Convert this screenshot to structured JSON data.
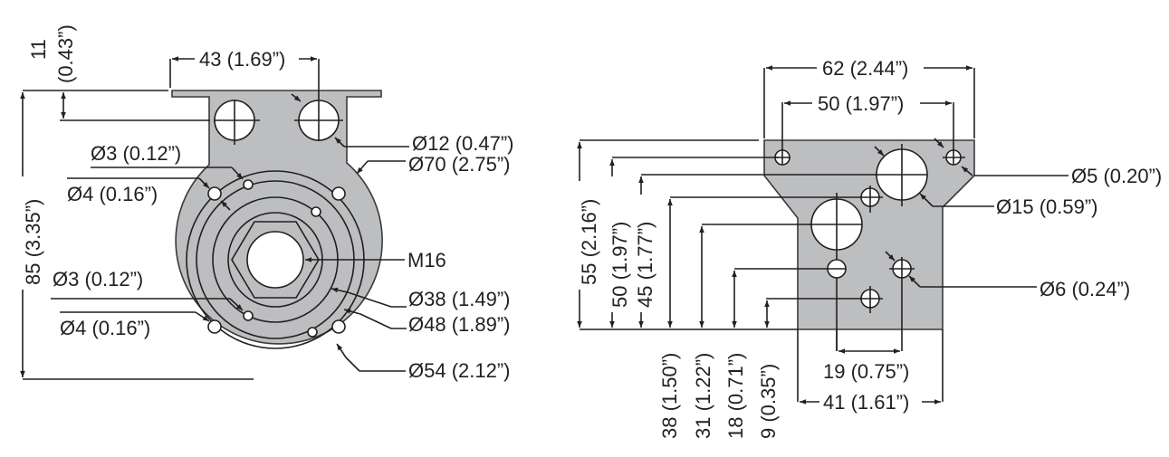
{
  "colors": {
    "part_fill": "#bcbec0",
    "line": "#231f20",
    "background": "#ffffff"
  },
  "front_view": {
    "width_label": "43 (1.69”)",
    "height_label": "85 (3.35”)",
    "flange_offset_mm": "11",
    "flange_offset_in": "(0.43”)",
    "hole_top_label": "Ø12 (0.47”)",
    "outer_dia_label": "Ø70 (2.75”)",
    "small_hole_upper_label": "Ø3 (0.12”)",
    "hole_upper_label": "Ø4 (0.16”)",
    "thread_label": "M16",
    "small_hole_lower_label": "Ø3 (0.12”)",
    "hole_lower_label": "Ø4 (0.16”)",
    "ring38_label": "Ø38 (1.49”)",
    "ring48_label": "Ø48 (1.89”)",
    "ring54_label": "Ø54 (2.12”)"
  },
  "side_view": {
    "width_outer_label": "62 (2.44”)",
    "width_inner_label": "50 (1.97”)",
    "hole5_label": "Ø5 (0.20”)",
    "hole15_label": "Ø15 (0.59”)",
    "hole6_label": "Ø6 (0.24”)",
    "h55_label": "55 (2.16”)",
    "h50_label": "50 (1.97”)",
    "h45_label": "45 (1.77”)",
    "h38_label": "38 (1.50”)",
    "h31_label": "31 (1.22”)",
    "h18_label": "18 (0.71”)",
    "h9_label": "9 (0.35”)",
    "spacing19_label": "19 (0.75”)",
    "width41_label": "41 (1.61”)"
  }
}
